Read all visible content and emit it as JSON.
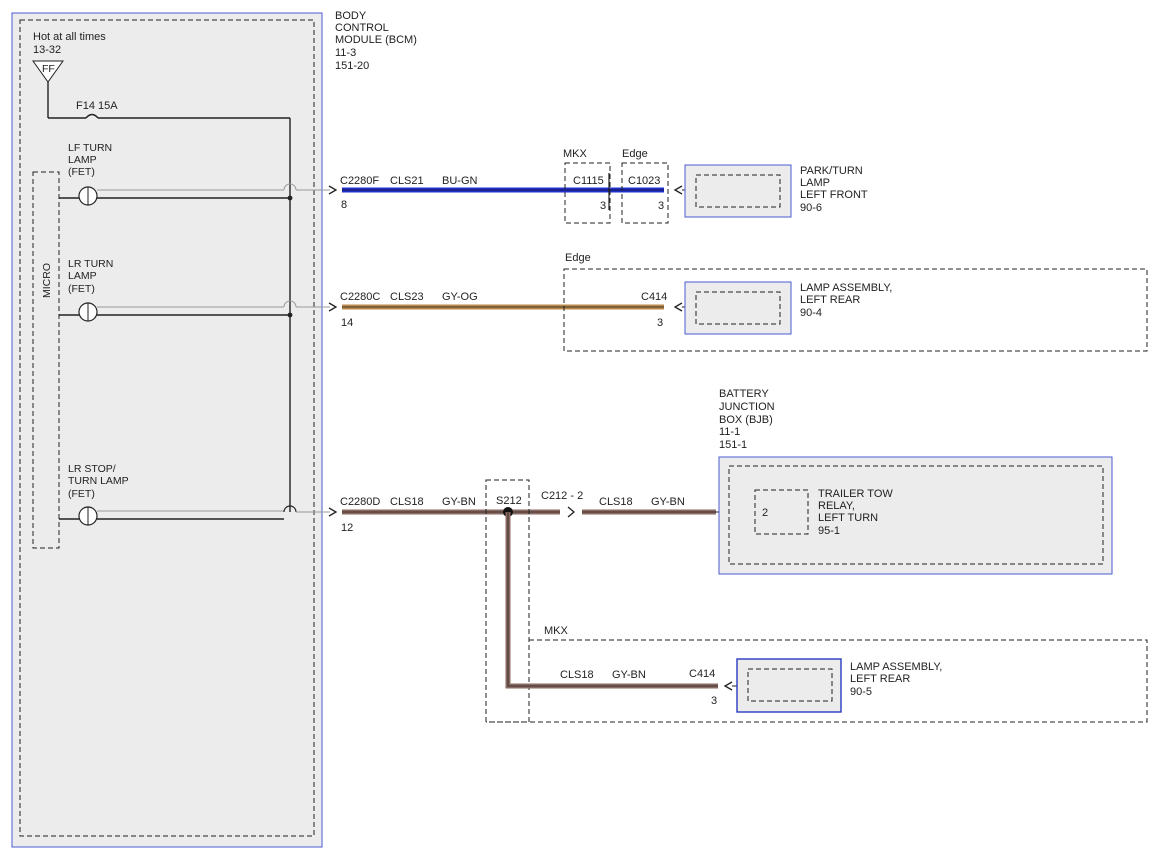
{
  "bcm": {
    "title_lines": [
      "BODY",
      "CONTROL",
      "MODULE (BCM)",
      "11-3",
      "151-20"
    ],
    "hot_label": "Hot at all times",
    "hot_ref": "13-32",
    "fuse_tag": "FF",
    "fuse_label": "F14  15A",
    "micro": "MICRO",
    "outputs": [
      {
        "lines": [
          "LF TURN",
          "LAMP",
          "(FET)"
        ]
      },
      {
        "lines": [
          "LR TURN",
          "LAMP",
          "(FET)"
        ]
      },
      {
        "lines": [
          "LR STOP/",
          "TURN LAMP",
          "(FET)"
        ]
      }
    ]
  },
  "circuits": [
    {
      "connector": "C2280F",
      "circuit": "CLS21",
      "color": "BU-GN",
      "pin": "8",
      "wire_hex": "#1f2fd0"
    },
    {
      "connector": "C2280C",
      "circuit": "CLS23",
      "color": "GY-OG",
      "pin": "14",
      "wire_hex": "#b9894a"
    },
    {
      "connector": "C2280D",
      "circuit": "CLS18",
      "color": "GY-BN",
      "pin": "12",
      "wire_hex": "#8a6a62"
    }
  ],
  "front": {
    "mkx_label": "MKX",
    "edge_label": "Edge",
    "mkx_conn": "C1115",
    "mkx_pin": "3",
    "edge_conn": "C1023",
    "edge_pin": "3",
    "component_lines": [
      "PARK/TURN",
      "LAMP",
      "LEFT FRONT",
      "90-6"
    ]
  },
  "rear_edge": {
    "region_label": "Edge",
    "conn": "C414",
    "pin": "3",
    "component_lines": [
      "LAMP ASSEMBLY,",
      "LEFT REAR",
      "90-4"
    ]
  },
  "splice": {
    "label": "S212",
    "out_conn": "C212 - 2",
    "out_circuit": "CLS18",
    "out_color": "GY-BN"
  },
  "bjb": {
    "title_lines": [
      "BATTERY",
      "JUNCTION",
      "BOX (BJB)",
      "11-1",
      "151-1"
    ],
    "relay_pin": "2",
    "relay_lines": [
      "TRAILER TOW",
      "RELAY,",
      "LEFT TURN",
      "95-1"
    ]
  },
  "rear_mkx": {
    "region_label": "MKX",
    "circuit": "CLS18",
    "color": "GY-BN",
    "conn": "C414",
    "pin": "3",
    "component_lines": [
      "LAMP ASSEMBLY,",
      "LEFT REAR",
      "90-5"
    ]
  }
}
